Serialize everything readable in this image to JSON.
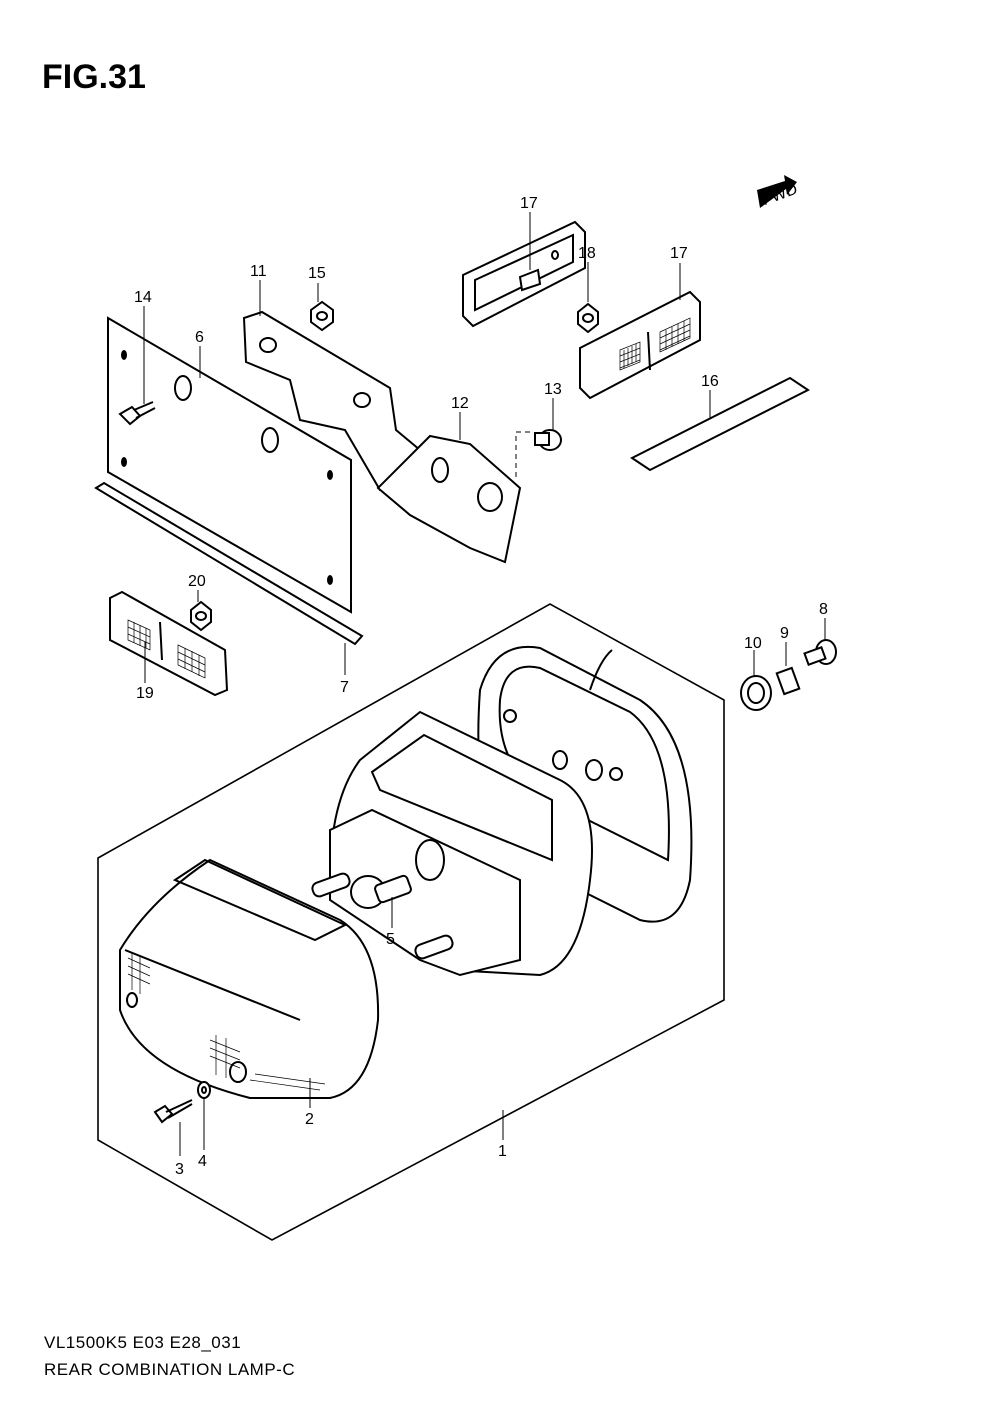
{
  "figure": {
    "title": "FIG.31",
    "fwd_label": "FWD"
  },
  "footer": {
    "model_code": "VL1500K5 E03 E28_031",
    "assembly_name": "REAR COMBINATION LAMP-C"
  },
  "callouts": [
    {
      "id": "c1",
      "label": "1"
    },
    {
      "id": "c2",
      "label": "2"
    },
    {
      "id": "c3",
      "label": "3"
    },
    {
      "id": "c4",
      "label": "4"
    },
    {
      "id": "c5",
      "label": "5"
    },
    {
      "id": "c6",
      "label": "6"
    },
    {
      "id": "c7",
      "label": "7"
    },
    {
      "id": "c8",
      "label": "8"
    },
    {
      "id": "c9",
      "label": "9"
    },
    {
      "id": "c10",
      "label": "10"
    },
    {
      "id": "c11",
      "label": "11"
    },
    {
      "id": "c12",
      "label": "12"
    },
    {
      "id": "c13",
      "label": "13"
    },
    {
      "id": "c14",
      "label": "14"
    },
    {
      "id": "c15",
      "label": "15"
    },
    {
      "id": "c16",
      "label": "16"
    },
    {
      "id": "c17a",
      "label": "17"
    },
    {
      "id": "c17b",
      "label": "17"
    },
    {
      "id": "c18",
      "label": "18"
    },
    {
      "id": "c19",
      "label": "19"
    },
    {
      "id": "c20",
      "label": "20"
    }
  ]
}
